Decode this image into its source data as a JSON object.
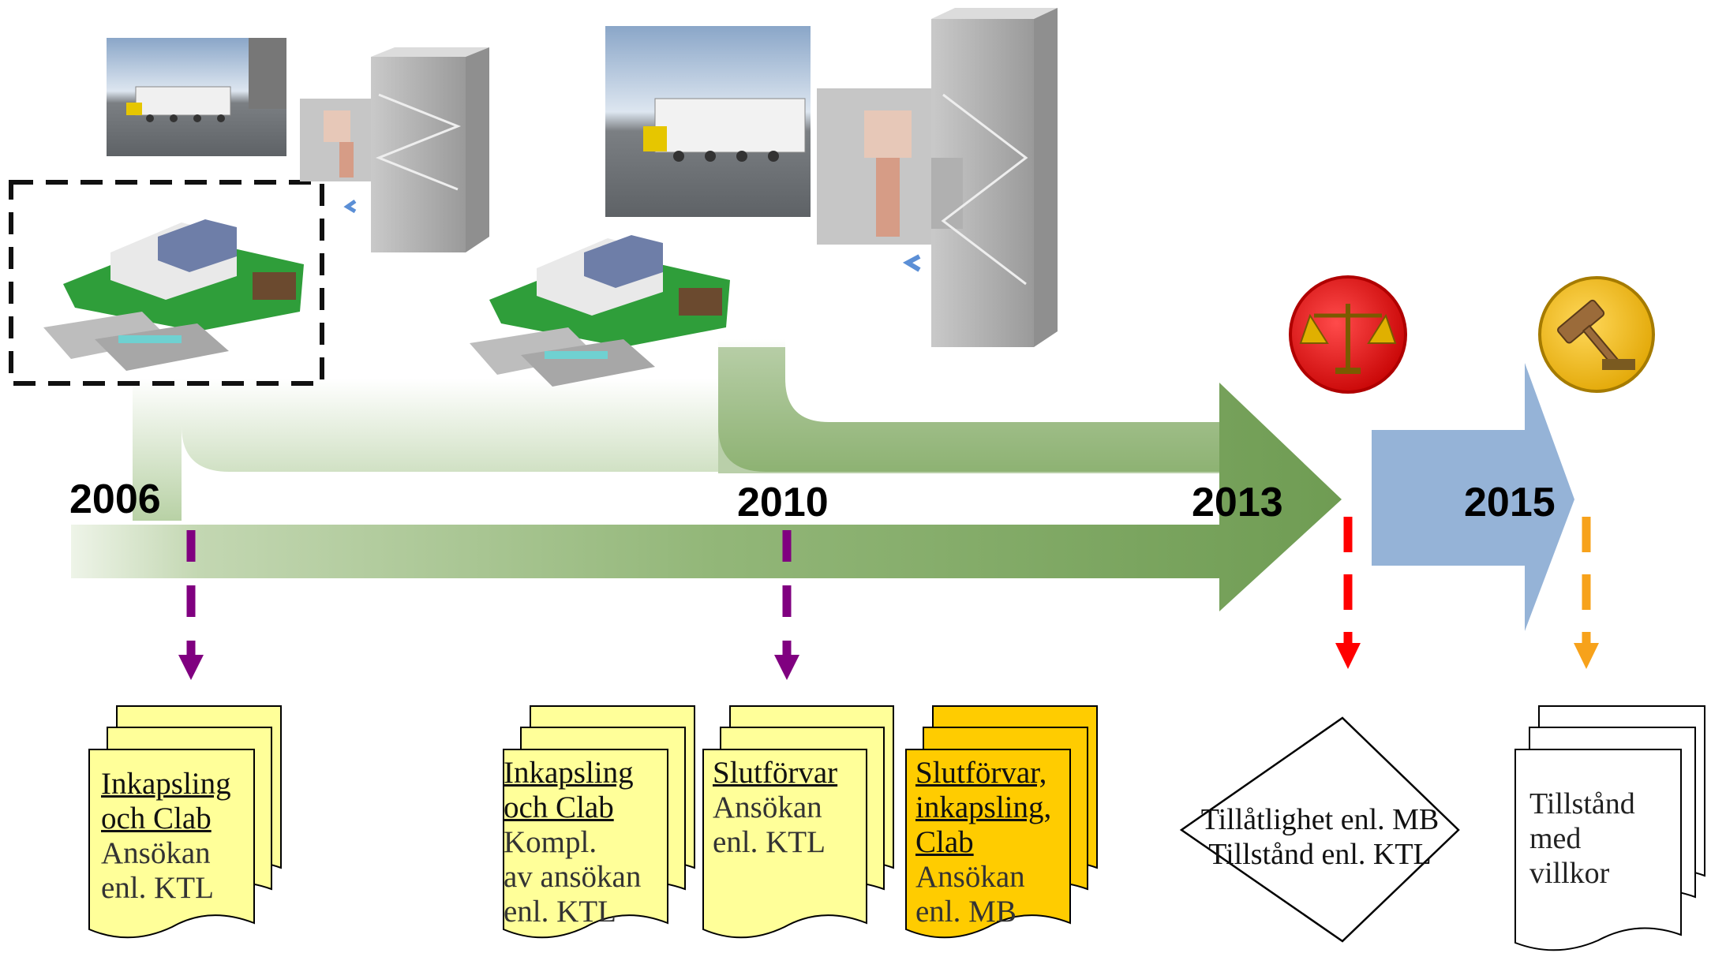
{
  "timeline": {
    "years": [
      "2006",
      "2010",
      "2013",
      "2015"
    ]
  },
  "documents": [
    {
      "title": [
        "Inkapsling",
        "och Clab"
      ],
      "body": [
        "Ansökan",
        "enl. KTL"
      ]
    },
    {
      "title": [
        "Inkapsling",
        "och Clab"
      ],
      "body": [
        "Kompl.",
        "av ansökan",
        "enl. KTL"
      ]
    },
    {
      "title": [
        "Slutförvar"
      ],
      "body": [
        "Ansökan",
        "enl. KTL"
      ]
    },
    {
      "title": [
        "Slutförvar,",
        "inkapsling,",
        "Clab"
      ],
      "body": [
        "Ansökan",
        "enl. MB"
      ]
    }
  ],
  "decision": {
    "lines": [
      "Tillåtlighet enl. MB",
      "Tillstånd enl. KTL"
    ]
  },
  "permit": {
    "lines": [
      "Tillstånd",
      "med",
      "villkor"
    ]
  },
  "icons": {
    "court": "scales-icon",
    "gavel": "gavel-icon"
  },
  "colors": {
    "arrow_green": "#7fa863",
    "arrow_blue": "#95b3d7",
    "purple": "#800080",
    "red": "#ff0000",
    "orange": "#f7a21b",
    "doc_yellow": "#ffff99",
    "doc_orange": "#ffcc00"
  }
}
